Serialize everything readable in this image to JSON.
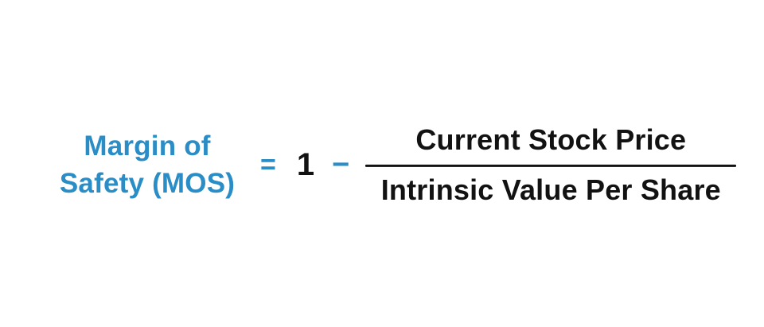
{
  "formula": {
    "name": "Margin of Safety formula",
    "lhs": {
      "line1": "Margin of",
      "line2": "Safety (MOS)"
    },
    "equals": "=",
    "constant": "1",
    "operator_minus": "−",
    "fraction": {
      "numerator": "Current Stock Price",
      "denominator": "Intrinsic Value Per Share"
    }
  },
  "colors": {
    "accent_blue": "#2b8dc6",
    "text_black": "#121212",
    "background": "#ffffff"
  }
}
